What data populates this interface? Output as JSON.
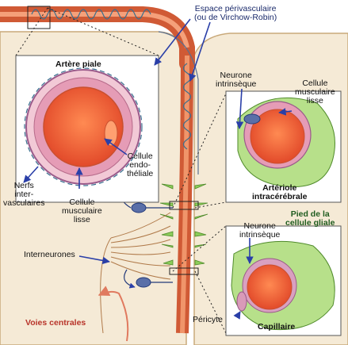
{
  "labels": {
    "perivascular_space_line1": "Espace périvasculaire",
    "perivascular_space_line2": "(ou de Virchow-Robin)",
    "pial_artery": "Artère piale",
    "intrinsic_neuron_top_line1": "Neurone",
    "intrinsic_neuron_top_line2": "intrinsèque",
    "smooth_muscle_top_line1": "Cellule",
    "smooth_muscle_top_line2": "musculaire",
    "smooth_muscle_top_line3": "lisse",
    "endothelial_cell_line1": "Cellule",
    "endothelial_cell_line2": "endo-",
    "endothelial_cell_line3": "théliale",
    "intervascular_nerves_line1": "Nerfs",
    "intervascular_nerves_line2": "inter-",
    "intervascular_nerves_line3": "vasculaires",
    "smooth_muscle_bottom_line1": "Cellule",
    "smooth_muscle_bottom_line2": "musculaire",
    "smooth_muscle_bottom_line3": "lisse",
    "arteriole_line1": "Artériole",
    "arteriole_line2": "intracérébrale",
    "glial_foot_line1": "Pied de la",
    "glial_foot_line2": "cellule gliale",
    "intrinsic_neuron_bottom_line1": "Neurone",
    "intrinsic_neuron_bottom_line2": "intrinsèque",
    "interneurons": "Interneurones",
    "pericyte": "Péricyte",
    "capillary": "Capillaire",
    "central_pathways": "Voies centrales"
  },
  "colors": {
    "tissue": "#f3e6cf",
    "vessel": "#e8794f",
    "vessel_dark": "#c9502f",
    "lumen": "#f26a3d",
    "muscle": "#e59cb6",
    "glia": "#b7e08a",
    "nerve": "#3a6f8f",
    "neuron": "#5a6fa8",
    "arrow": "#2a3fa8",
    "red_arrow": "#e07a5f"
  }
}
